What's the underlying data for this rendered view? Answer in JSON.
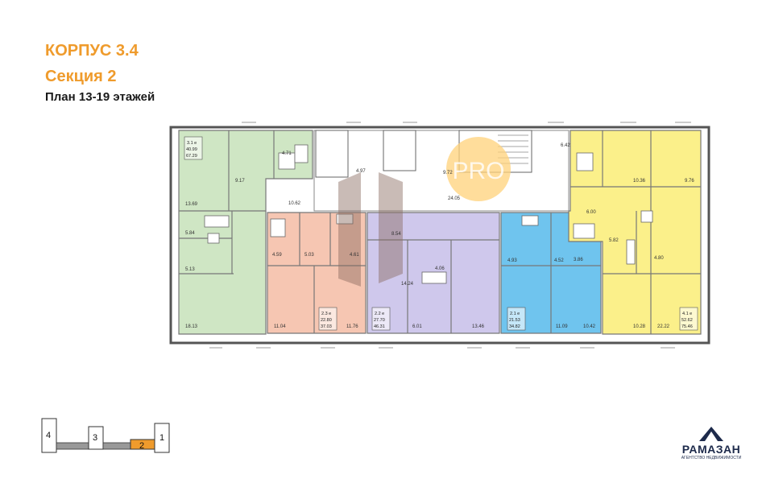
{
  "header": {
    "building": "КОРПУС 3.4",
    "section": "Секция 2",
    "floors": "План 13-19 этажей"
  },
  "watermark": "PRO",
  "colors": {
    "green": "#cfe6c4",
    "salmon": "#f6c6b2",
    "lavender": "#cfc8ec",
    "blue": "#6fc4ee",
    "yellow": "#fbf08a",
    "orange": "#ef9b2c",
    "navy": "#1d2a4b"
  },
  "apartments": [
    {
      "code": "3.1 е",
      "living": "40.99",
      "total": "67.29",
      "rooms": [
        "13.69",
        "9.17",
        "4.71",
        "10.62",
        "5.84",
        "5.13",
        "18.13"
      ]
    },
    {
      "code": "2.3 е",
      "living": "22.80",
      "total": "37.03",
      "rooms": [
        "4.59",
        "5.03",
        "4.61",
        "11.04",
        "11.76"
      ]
    },
    {
      "code": "2.2 е",
      "living": "27.70",
      "total": "46.31",
      "rooms": [
        "8.54",
        "14.24",
        "4.06",
        "6.01",
        "13.46"
      ]
    },
    {
      "code": "2.1 е",
      "living": "21.53",
      "total": "34.82",
      "rooms": [
        "4.93",
        "4.52",
        "3.86",
        "11.09",
        "10.42"
      ]
    },
    {
      "code": "4.1 е",
      "living": "52.62",
      "total": "75.46",
      "rooms": [
        "6.42",
        "10.36",
        "9.76",
        "6.00",
        "5.82",
        "4.80",
        "10.28",
        "22.22"
      ]
    }
  ],
  "common": {
    "lobby": "24.05",
    "corridor": "4.97",
    "hall": "9.72"
  },
  "sections": [
    "4",
    "3",
    "2",
    "1"
  ],
  "logo": {
    "name": "РАМАЗАН",
    "tagline": "АГЕНТСТВО НЕДВИЖИМОСТИ"
  }
}
